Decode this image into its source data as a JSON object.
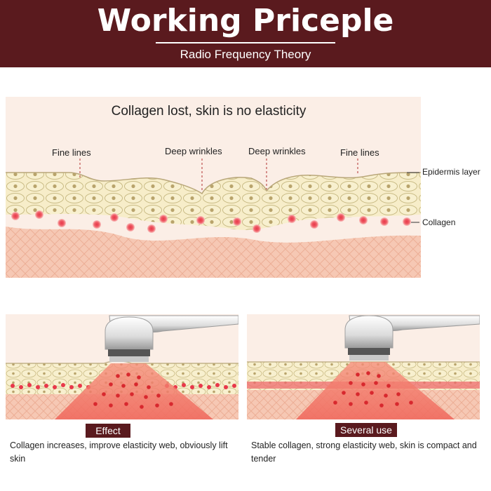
{
  "header": {
    "title": "Working Priceple",
    "subtitle": "Radio Frequency Theory"
  },
  "diagram": {
    "title": "Collagen lost, skin is no elasticity",
    "labels": {
      "fine_lines_left": "Fine lines",
      "deep_wrinkles_left": "Deep wrinkles",
      "deep_wrinkles_right": "Deep wrinkles",
      "fine_lines_right": "Fine lines",
      "epidermis": "Epidermis layer",
      "collagen": "Collagen"
    }
  },
  "panels": [
    {
      "badge": "Effect",
      "caption": "Collagen increases, improve elasticity web, obviously lift skin"
    },
    {
      "badge": "Several use",
      "caption": "Stable collagen, strong elasticity web, skin is compact and tender"
    }
  ],
  "colors": {
    "header_bg": "#5a1a1e",
    "collagen": "#e8384a",
    "cell": "#f7edc9",
    "dermis": "#f6c8b4",
    "rf_beam": "#f27f70"
  }
}
